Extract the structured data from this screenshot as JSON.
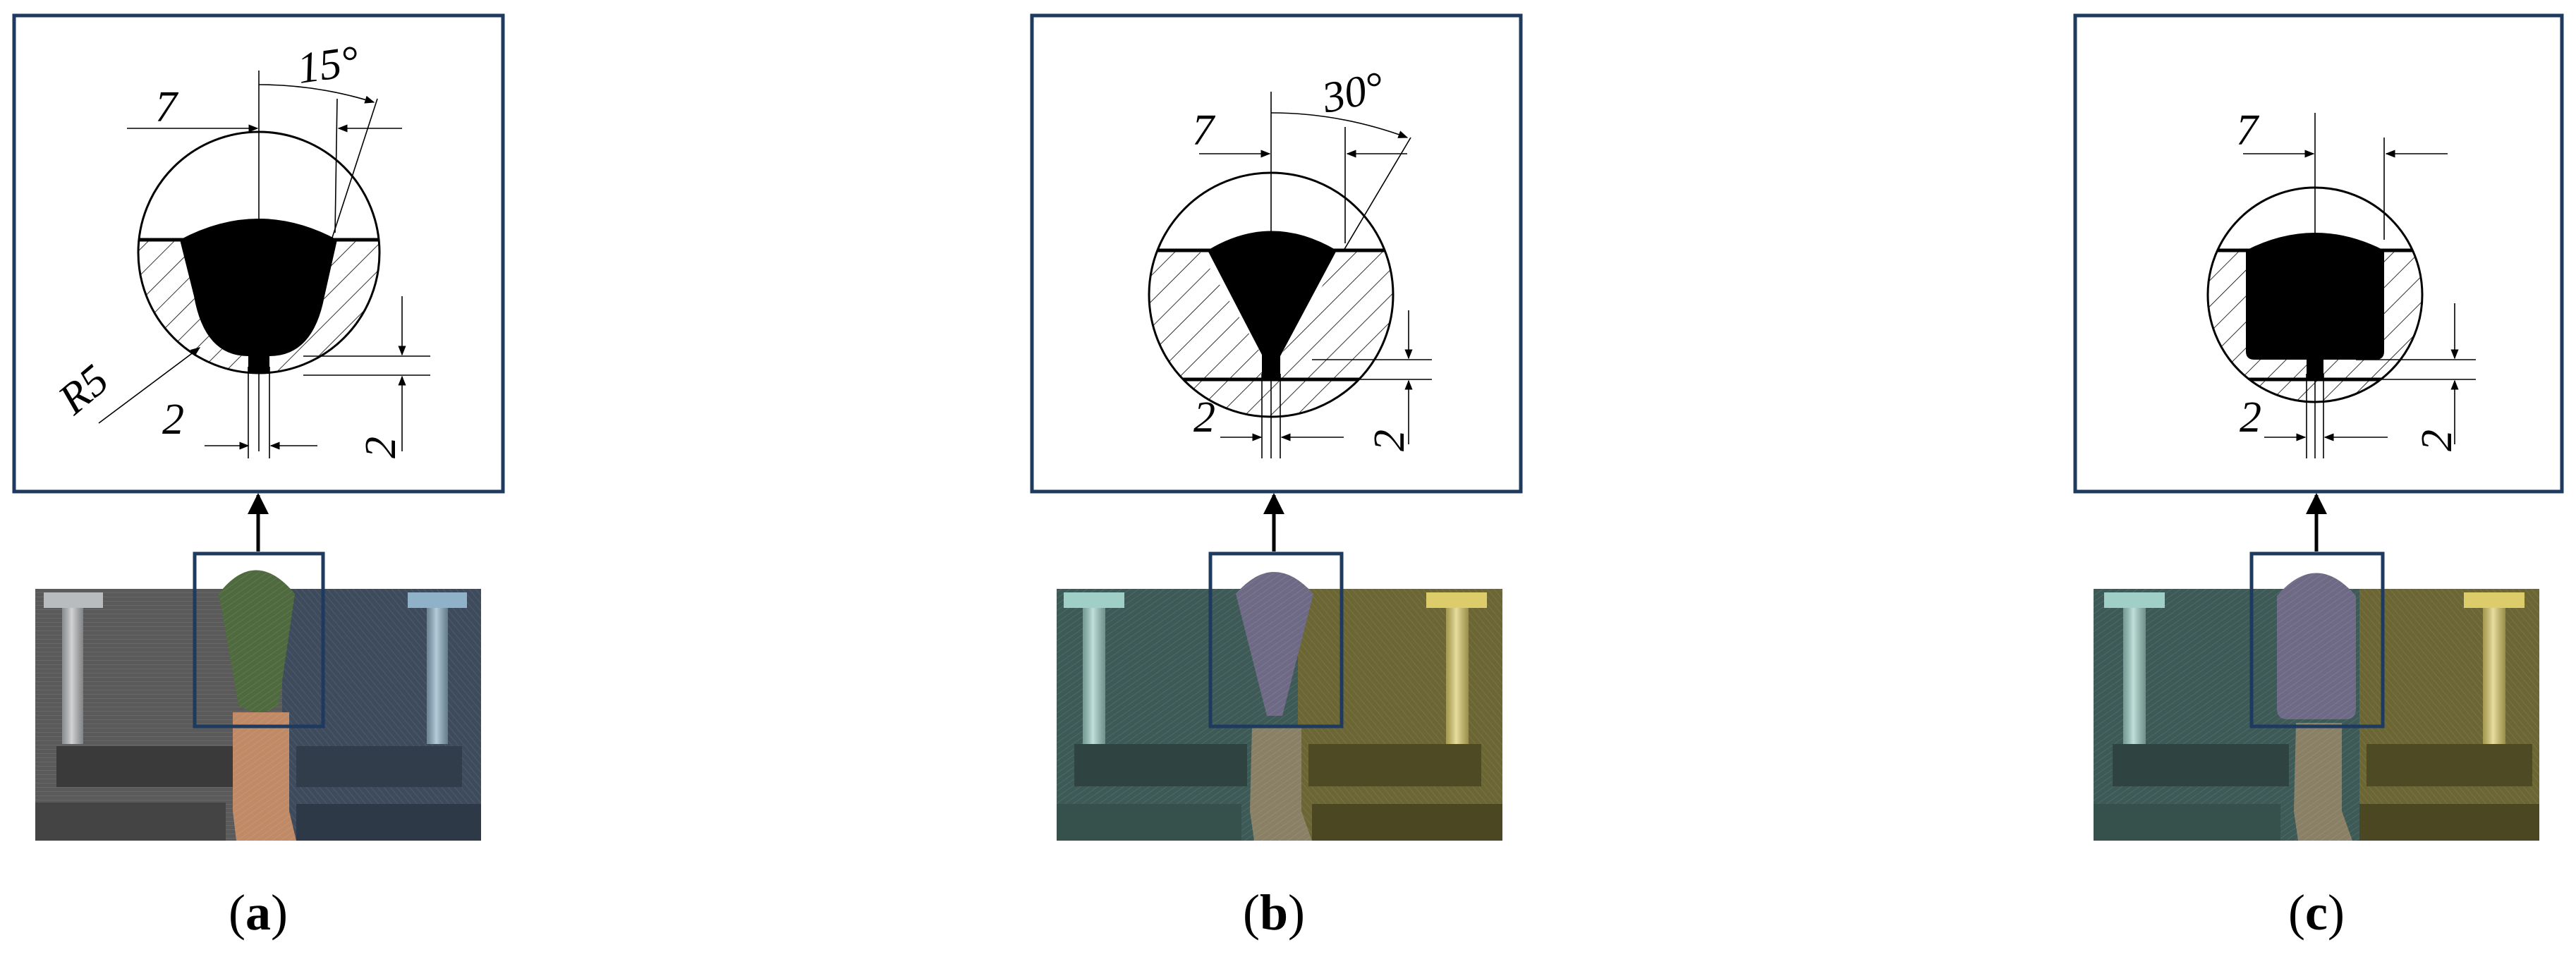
{
  "panels": [
    {
      "id": "a",
      "caption_open": "(",
      "caption_letter": "a",
      "caption_close": ")",
      "groove_shape": "U-groove with 15 degree taper and R5 root radius",
      "dims": {
        "width": "7",
        "angle": "15°",
        "radius": "R5",
        "gap": "2",
        "depth": "2"
      },
      "colors": {
        "weld": "#4f6a3e",
        "left_plate": "#5a5a5a",
        "right_plate": "#3e4b5c",
        "pin_left": "#b9bcbf",
        "pin_right": "#8fb2c8",
        "backing": "#c08a66"
      }
    },
    {
      "id": "b",
      "caption_open": "(",
      "caption_letter": "b",
      "caption_close": ")",
      "groove_shape": "V-groove with 30 degree bevel",
      "dims": {
        "width": "7",
        "angle": "30°",
        "gap": "2",
        "depth": "2"
      },
      "colors": {
        "weld": "#6e6a86",
        "left_plate": "#3d5a57",
        "right_plate": "#6b6634",
        "pin_left": "#9fcfc6",
        "pin_right": "#dccc6a",
        "backing": "#8a8066"
      }
    },
    {
      "id": "c",
      "caption_open": "(",
      "caption_letter": "c",
      "caption_close": ")",
      "groove_shape": "square groove",
      "dims": {
        "width": "7",
        "gap": "2",
        "depth": "2"
      },
      "colors": {
        "weld": "#6e6a86",
        "left_plate": "#3d5a57",
        "right_plate": "#6b6634",
        "pin_left": "#9fcfc6",
        "pin_right": "#dccc6a",
        "backing": "#8a8066"
      }
    }
  ],
  "accent": {
    "frame": "#1f3a5f"
  }
}
